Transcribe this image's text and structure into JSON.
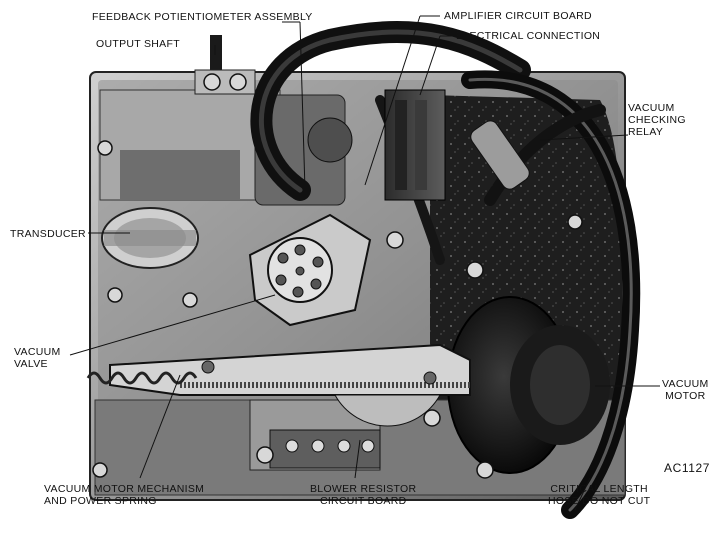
{
  "labels": {
    "feedback_pot": "FEEDBACK POTIENTIOMETER ASSEMBLY",
    "output_shaft": "OUTPUT SHAFT",
    "amplifier": "AMPLIFIER CIRCUIT BOARD",
    "electrical": "ELECTRICAL CONNECTION",
    "vacuum_checking_relay": [
      "VACUUM",
      "CHECKING",
      "RELAY"
    ],
    "transducer": "TRANSDUCER",
    "vacuum_valve": [
      "VACUUM",
      "VALVE"
    ],
    "vacuum_motor": [
      "VACUUM",
      "MOTOR"
    ],
    "figure_code": "AC1127",
    "vacuum_motor_mechanism": [
      "VACUUM MOTOR MECHANISM",
      "AND POWER SPRING"
    ],
    "blower_resistor": [
      "BLOWER RESISTOR",
      "CIRCUIT BOARD"
    ],
    "critical_hose": [
      "CRITICAL LENGTH",
      "HOSE DO NOT CUT"
    ]
  },
  "colors": {
    "line": "#111111",
    "background": "#ffffff",
    "housing_light": "#b8b8b8",
    "housing_dark": "#4a4a4a",
    "shadow": "#1c1c1c"
  }
}
